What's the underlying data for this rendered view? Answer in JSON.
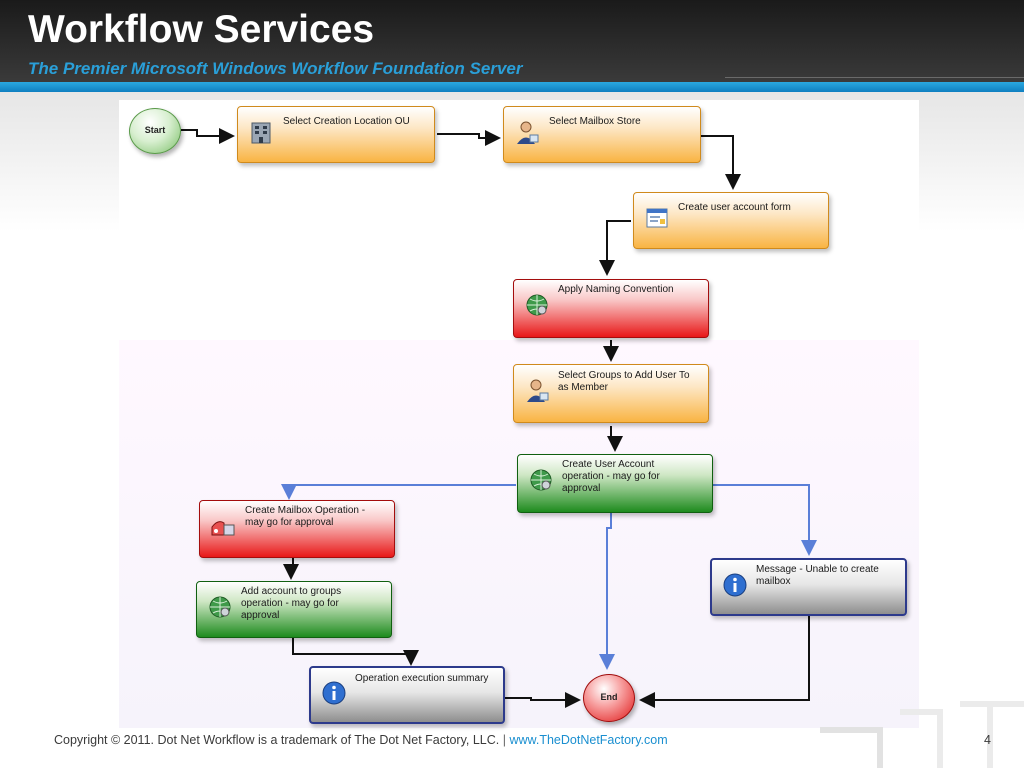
{
  "header": {
    "title": "Workflow Services",
    "subtitle": "The Premier Microsoft Windows Workflow Foundation Server"
  },
  "diagram": {
    "start_label": "Start",
    "end_label": "End",
    "nodes": {
      "select_creation_location": "Select Creation Location OU",
      "select_mailbox_store": "Select Mailbox Store",
      "create_user_account_form": "Create user account form",
      "apply_naming_convention": "Apply Naming Convention",
      "select_groups_line1": "Select Groups to Add User To",
      "select_groups_line2": "as Member",
      "create_user_account_op_line1": "Create User Account",
      "create_user_account_op_line2": "operation - may go for",
      "create_user_account_op_line3": "approval",
      "create_mailbox_op_line1": "Create Mailbox Operation -",
      "create_mailbox_op_line2": "may go for approval",
      "add_account_groups_line1": "Add account to groups",
      "add_account_groups_line2": "operation - may go for",
      "add_account_groups_line3": "approval",
      "message_unable_line1": "Message  - Unable to create",
      "message_unable_line2": "mailbox",
      "operation_summary": "Operation execution summary"
    },
    "icons": {
      "select_creation_location": "building-icon",
      "select_mailbox_store": "user-icon",
      "create_user_account_form": "form-icon",
      "apply_naming_convention": "gear-globe-icon",
      "select_groups": "user-icon",
      "create_user_account_op": "gear-globe-icon",
      "create_mailbox_op": "mailbox-icon",
      "add_account_groups": "gear-globe-icon",
      "message_unable": "info-icon",
      "operation_summary": "info-icon"
    },
    "colors": {
      "orange": "#f9b443",
      "red": "#e81818",
      "green": "#1e8b1e",
      "gray": "#8e8e8e",
      "connector_black": "#111111",
      "connector_blue": "#5a7fd8"
    }
  },
  "footer": {
    "copyright": "Copyright © 2011. Dot Net Workflow is a trademark of The Dot Net Factory, LLC.",
    "separator": "|",
    "website": "www.TheDotNetFactory.com",
    "page_number": "4"
  }
}
